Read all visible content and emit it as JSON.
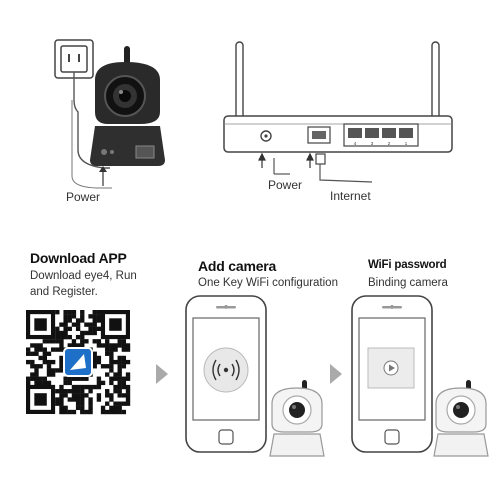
{
  "labels": {
    "power_camera": "Power",
    "power_router": "Power",
    "internet": "Internet"
  },
  "steps": [
    {
      "title": "Download APP",
      "subtitle_line1": "Download eye4, Run",
      "subtitle_line2": "and Register."
    },
    {
      "title": "Add camera",
      "subtitle": "One Key WiFi configuration"
    },
    {
      "title": "WiFi password",
      "subtitle": "Binding camera"
    }
  ],
  "router": {
    "port_numbers": [
      "4",
      "3",
      "2",
      "1"
    ]
  },
  "icons": [
    "wifi-signal-icon",
    "play-icon",
    "arrow-right-icon"
  ]
}
